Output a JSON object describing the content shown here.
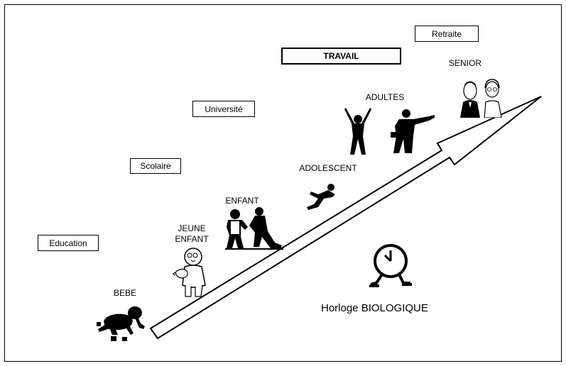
{
  "boxes": {
    "education": "Education",
    "scolaire": "Scolaire",
    "universite": "Université",
    "travail": "TRAVAIL",
    "retraite": "Retraite"
  },
  "stages": {
    "bebe": "BEBE",
    "jeune_enfant_line1": "JEUNE",
    "jeune_enfant_line2": "ENFANT",
    "enfant": "ENFANT",
    "adolescent": "ADOLESCENT",
    "adultes": "ADULTES",
    "senior": "SENIOR"
  },
  "clock_caption": "Horloge BIOLOGIQUE",
  "icons": [
    "baby-icon",
    "toddler-icon",
    "children-icon",
    "teen-runner-icon",
    "adult-celebrating-icon",
    "adult-pointing-icon",
    "seniors-icon",
    "clock-icon",
    "growth-arrow"
  ],
  "colors": {
    "ink": "#000000",
    "paper": "#ffffff"
  }
}
